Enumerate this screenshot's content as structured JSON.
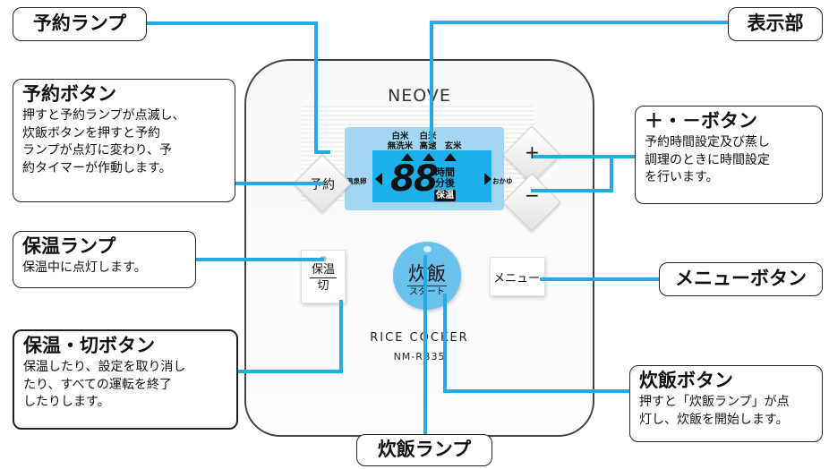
{
  "device": {
    "brand": "NEOVE",
    "model_name": "RICE COCKER",
    "model_number": "NM-RB35",
    "lcd": {
      "digits": "88",
      "top_left_1": "白米",
      "top_left_2": "無洗米",
      "top_mid_1": "白米",
      "top_mid_2": "高速",
      "top_right": "玄米",
      "side_left": "温泉卵",
      "side_right": "おかゆ",
      "time_1": "時間",
      "time_2": "分後",
      "keep_warm": "保温"
    },
    "buttons": {
      "yoyaku": "予約",
      "plus": "+",
      "minus": "−",
      "hoon_top": "保温",
      "hoon_bottom": "切",
      "start_main": "炊飯",
      "start_sub": "スタート",
      "menu": "メニュー"
    }
  },
  "callouts": {
    "yoyaku_lamp": {
      "title": "予約ランプ"
    },
    "hyoji": {
      "title": "表示部"
    },
    "yoyaku_button": {
      "title": "予約ボタン",
      "lines": [
        "押すと予約ランプが点滅し、",
        "炊飯ボタンを押すと予約",
        "ランプが点灯に変わり、予",
        "約タイマーが作動します。"
      ]
    },
    "plus_minus": {
      "title": "＋・－ボタン",
      "lines": [
        "予約時間設定及び蒸し",
        "調理のときに時間設定",
        "を行います。"
      ]
    },
    "hoon_lamp": {
      "title": "保温ランプ",
      "lines": [
        "保温中に点灯します。"
      ]
    },
    "menu_button": {
      "title": "メニューボタン"
    },
    "hoon_kiri": {
      "title": "保温・切ボタン",
      "lines": [
        "保温したり、設定を取り消し",
        "たり、すべての運転を終了",
        "したりします。"
      ]
    },
    "suihan_button": {
      "title": "炊飯ボタン",
      "lines": [
        "押すと「炊飯ランプ」が点",
        "灯し、炊飯を開始します。"
      ]
    },
    "suihan_lamp": {
      "title": "炊飯ランプ"
    }
  },
  "colors": {
    "leader": "#29a9e1",
    "lcd": "#1eb0ea",
    "lcd_panel": "#a5d6f1",
    "start_button": "#69c1ec"
  }
}
